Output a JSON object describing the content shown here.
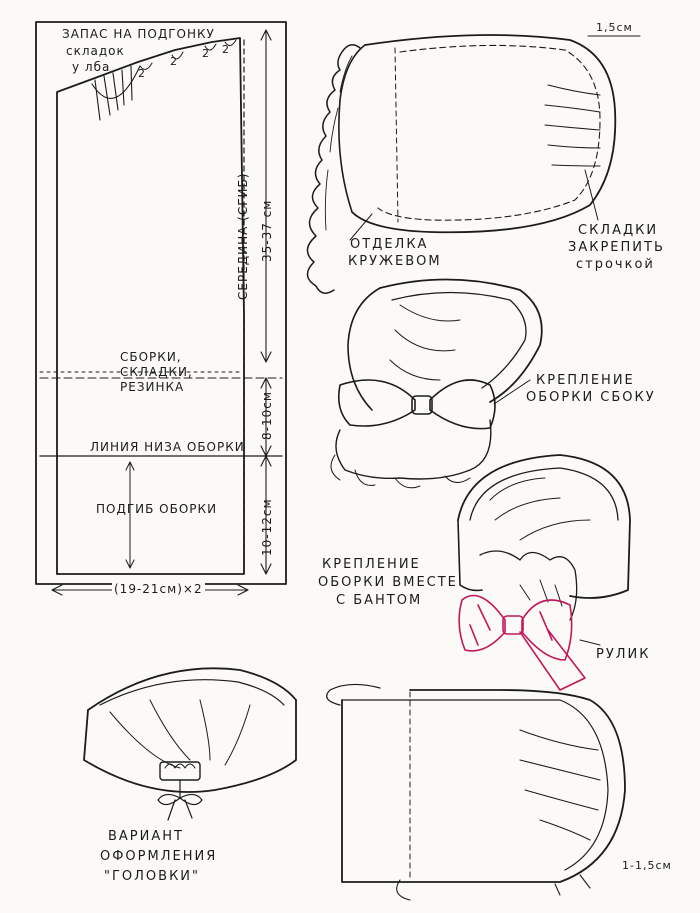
{
  "pattern": {
    "top_note": [
      "ЗАПАС НА ПОДГОНКУ",
      "складок",
      "у лба"
    ],
    "pleat_marks": [
      "2",
      "2",
      "2",
      "2"
    ],
    "center_label": "СЕРЕДИНА (СГИБ)",
    "height_dim": "35-37 см",
    "gather_labels": [
      "СБОРКИ,",
      "СКЛАДКИ,",
      "РЕЗИНКА"
    ],
    "gather_dim": "8-10см",
    "frill_line_label": "ЛИНИЯ НИЗА ОБОРКИ",
    "hem_label": "ПОДГИБ ОБОРКИ",
    "hem_dim": "10-12см",
    "width_dim": "(19-21см)×2"
  },
  "hat_top": {
    "dim": "1,5см",
    "lace_label": [
      "ОТДЕЛКА",
      "КРУЖЕВОМ"
    ],
    "pleats_label": [
      "СКЛАДКИ",
      "ЗАКРЕПИТЬ",
      "строчкой"
    ]
  },
  "hat_bow_side": {
    "label": [
      "КРЕПЛЕНИЕ",
      "ОБОРКИ СБОКУ"
    ]
  },
  "hat_bow_back": {
    "label": [
      "КРЕПЛЕНИЕ",
      "ОБОРКИ ВМЕСТЕ",
      "С БАНТОМ"
    ],
    "rulik_label": "РУЛИК",
    "bow_color": "#c2185b"
  },
  "variant": {
    "label": [
      "ВАРИАНТ",
      "ОФОРМЛЕНИЯ",
      "\"ГОЛОВКИ\""
    ]
  },
  "hat_bottom": {
    "dim": "1-1,5см"
  }
}
